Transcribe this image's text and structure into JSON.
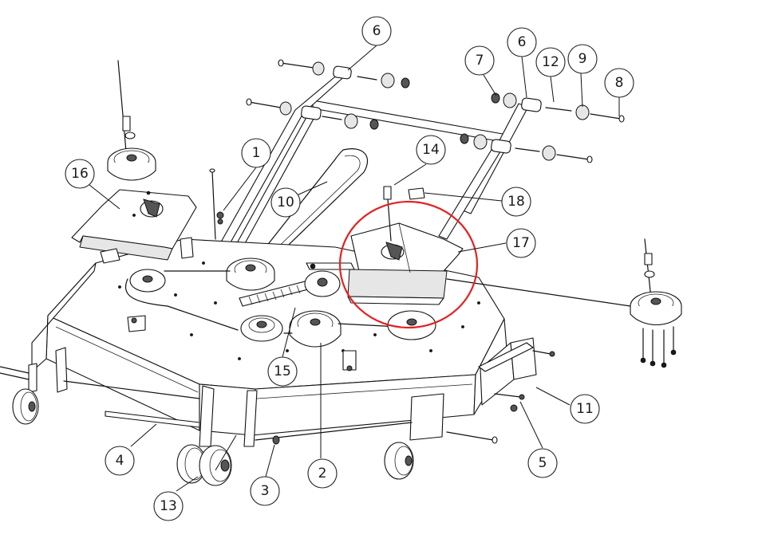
{
  "diagram": {
    "highlight": {
      "color": "#e32222",
      "part_ref": "17"
    },
    "callouts": [
      {
        "id": "c1",
        "label": "1"
      },
      {
        "id": "c2",
        "label": "2"
      },
      {
        "id": "c3",
        "label": "3"
      },
      {
        "id": "c4",
        "label": "4"
      },
      {
        "id": "c5",
        "label": "5"
      },
      {
        "id": "c6a",
        "label": "6"
      },
      {
        "id": "c6b",
        "label": "6"
      },
      {
        "id": "c7",
        "label": "7"
      },
      {
        "id": "c8",
        "label": "8"
      },
      {
        "id": "c9",
        "label": "9"
      },
      {
        "id": "c10",
        "label": "10"
      },
      {
        "id": "c11",
        "label": "11"
      },
      {
        "id": "c12",
        "label": "12"
      },
      {
        "id": "c13",
        "label": "13"
      },
      {
        "id": "c14",
        "label": "14"
      },
      {
        "id": "c15",
        "label": "15"
      },
      {
        "id": "c16",
        "label": "16"
      },
      {
        "id": "c17",
        "label": "17"
      },
      {
        "id": "c18",
        "label": "18"
      }
    ]
  }
}
